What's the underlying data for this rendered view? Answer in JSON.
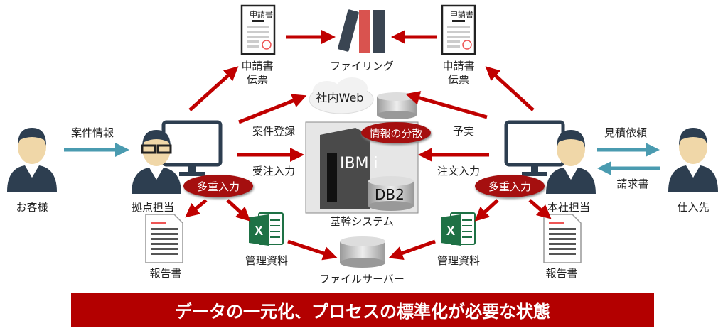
{
  "actors": {
    "customer": "お客様",
    "branch": "拠点担当",
    "hq": "本社担当",
    "supplier": "仕入先"
  },
  "flows": {
    "case_info": "案件情報",
    "case_register": "案件登録",
    "order_receive": "受注入力",
    "budget_actual": "予実",
    "order_place": "注文入力",
    "quote_request": "見積依頼",
    "invoice": "請求書"
  },
  "documents": {
    "form_title": "申請書",
    "form_label_1": "申請書",
    "form_label_2": "伝票",
    "filing": "ファイリング",
    "report": "報告書",
    "mgmt_docs": "管理資料",
    "file_server": "ファイルサーバー",
    "stamp": "印"
  },
  "systems": {
    "intranet": "社内Web",
    "ibm": "IBM i",
    "db": "DB2",
    "core": "基幹システム"
  },
  "callouts": {
    "multi_input": "多重入力",
    "dispersed": "情報の分散"
  },
  "banner": "データの一元化、プロセスの標準化が必要な状態",
  "colors": {
    "red": "#c00000",
    "teal": "#4a9bb0",
    "banner": "#b30000"
  }
}
